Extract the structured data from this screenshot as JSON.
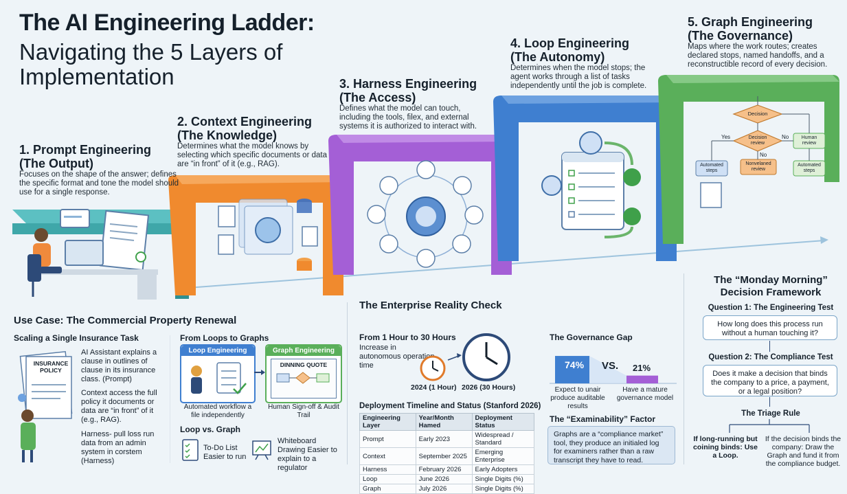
{
  "title": {
    "main": "The AI Engineering Ladder:",
    "sub": "Navigating the 5 Layers of Implementation"
  },
  "layers": [
    {
      "title": "1. Prompt Engineering",
      "subtitle": "(The Output)",
      "desc": "Focuses on the shape of the answer; defines the specific format and tone the model should use for a single response.",
      "color": "#3fa7a9"
    },
    {
      "title": "2. Context Engineering",
      "subtitle": "(The Knowledge)",
      "desc": "Determines what the model knows by selecting which specific documents or data are “in front” of it (e.g., RAG).",
      "color": "#f08a2e"
    },
    {
      "title": "3. Harness Engineering",
      "subtitle": "(The Access)",
      "desc": "Defines what the model can touch, including the tools, filex, and external systems it is authorized to interact with.",
      "color": "#a45fd6"
    },
    {
      "title": "4. Loop Engineering",
      "subtitle": "(The Autonomy)",
      "desc": "Determines when the model stops; the agent works through a list of tasks independently until the job is complete.",
      "color": "#3f7fd0"
    },
    {
      "title": "5. Graph Engineering",
      "subtitle": "(The Governance)",
      "desc": "Maps where the work routes; creates declared stops, named handoffs, and a reconstructible record of every decision.",
      "color": "#5aaf5a"
    }
  ],
  "flow": {
    "decision": "Decision",
    "decision_review": "Decision review",
    "human_review": "Human review",
    "automated_steps": "Automated steps",
    "nonvelaned_review": "Nonvelaned review",
    "automated_steps2": "Automated steps",
    "yes": "Yes",
    "no": "No",
    "no2": "No"
  },
  "usecase": {
    "title": "Use Case: The Commercial Property Renewal",
    "scaling": "Scaling a Single Insurance Task",
    "policy_label": "INSURANCE POLICY",
    "steps": [
      "AI Assistant explains a clause in outlines of clause in its insurance class. (Prompt)",
      "Context access the full policy it documents or data are “in front” of it (e.g., RAG).",
      "Harness- pull loss run data from an admin system in corstem (Harness)"
    ],
    "loops_to_graphs": "From Loops to Graphs",
    "loop_tag": "Loop Engineering",
    "graph_tag": "Graph Engineering",
    "board_title": "DINNING QUOTE",
    "loop_caption": "Automated workflow a file independently",
    "graph_caption": "Human Sign-off & Audit Trail",
    "loop_vs_graph": "Loop vs. Graph",
    "todo": "To-Do List Easier to run",
    "whiteboard": "Whiteboard Drawing Easier to explain to a regulator"
  },
  "reality": {
    "title": "The Enterprise Reality Check",
    "hours_title": "From 1 Hour to 30 Hours",
    "hours_desc": "Increase in autonomous operation time",
    "year1": "2024 (1 Hour)",
    "year2": "2026 (30 Hours)",
    "gap_title": "The Governance Gap",
    "gap_left_value": "74%",
    "gap_vs": "VS.",
    "gap_right_value": "21%",
    "gap_left_caption": "Expect to unair produce auditable results",
    "gap_right_caption": "Have a mature governance model",
    "table_title": "Deployment Timeline and Status (Stanford 2026)",
    "table_headers": [
      "Engineering Layer",
      "Year/Month Hamed",
      "Deployment Status"
    ],
    "table_rows": [
      [
        "Prompt",
        "Early 2023",
        "Widespread / Standard"
      ],
      [
        "Context",
        "September 2025",
        "Emerging Enterprise"
      ],
      [
        "Harness",
        "February 2026",
        "Early Adopters"
      ],
      [
        "Loop",
        "June 2026",
        "Single Digits (%)"
      ],
      [
        "Graph",
        "July 2026",
        "Single Digits (%)"
      ]
    ],
    "exam_title": "The “Examinability” Factor",
    "exam_text": "Graphs are a “compliance market” tool, they produce an initialed log for examiners rather than a raw transcript they have to read."
  },
  "chart_data": {
    "type": "bar",
    "categories": [
      "Expect to unair produce auditable results",
      "Have a mature governance model"
    ],
    "values": [
      74,
      21
    ],
    "title": "The Governance Gap",
    "ylim": [
      0,
      100
    ]
  },
  "monday": {
    "title": "The “Monday Morning” Decision Framework",
    "q1_title": "Question 1: The Engineering Test",
    "q1_text": "How long does this process run without a human touching it?",
    "q2_title": "Question 2: The Compliance Test",
    "q2_text": "Does it make a decision that binds the company to a price, a payment, or a legal position?",
    "triage": "The Triage Rule",
    "left": "If long-running but coining binds: Use a Loop.",
    "right": "If the decision binds the company: Draw the Graph and fund it from the compliance budget."
  }
}
